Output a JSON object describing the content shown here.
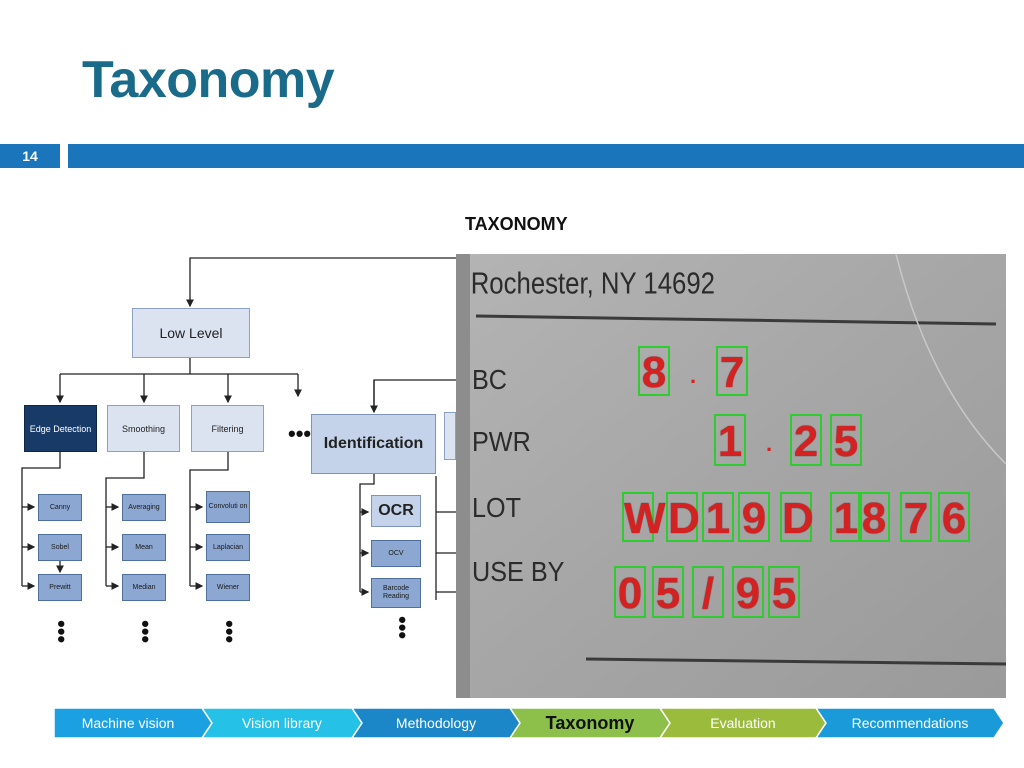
{
  "slide": {
    "title": "Taxonomy",
    "number": "14"
  },
  "diagram": {
    "heading": "TAXONOMY",
    "low_level": "Low Level",
    "edge_detection": "Edge Detection",
    "smoothing": "Smoothing",
    "filtering": "Filtering",
    "canny": "Canny",
    "sobel": "Sobel",
    "prewitt": "Prewitt",
    "averaging": "Averaging",
    "mean": "Mean",
    "median": "Median",
    "convolution": "Convoluti on",
    "laplacian": "Laplacian",
    "wiener": "Wiener",
    "identification": "Identification",
    "ocr": "OCR",
    "ocv": "OCV",
    "barcode_reading": "Barcode Reading"
  },
  "photo": {
    "address": "Rochester, NY 14692",
    "row_labels": [
      "BC",
      "PWR",
      "LOT",
      "USE BY"
    ],
    "bc_chars": [
      "8",
      ".",
      "7"
    ],
    "pwr_chars": [
      "1",
      ".",
      "2",
      "5"
    ],
    "lot_chars": [
      "W",
      "D",
      "1",
      "9",
      "D",
      "1",
      "8",
      "7",
      "6"
    ],
    "useby_chars": [
      "0",
      "5",
      "/",
      "9",
      "5"
    ]
  },
  "nav": {
    "items": [
      "Machine vision",
      "Vision library",
      "Methodology",
      "Taxonomy",
      "Evaluation",
      "Recommendations"
    ],
    "active_index": 3,
    "colors": [
      "#1ba1e2",
      "#26c1e6",
      "#1b86c8",
      "#8cc04b",
      "#9bbb3c",
      "#1a9ad8"
    ]
  },
  "colors": {
    "title": "#1a6b8a",
    "bar": "#1b75bb",
    "detection_box": "#2ecc2e",
    "detection_mark": "#d42222"
  }
}
